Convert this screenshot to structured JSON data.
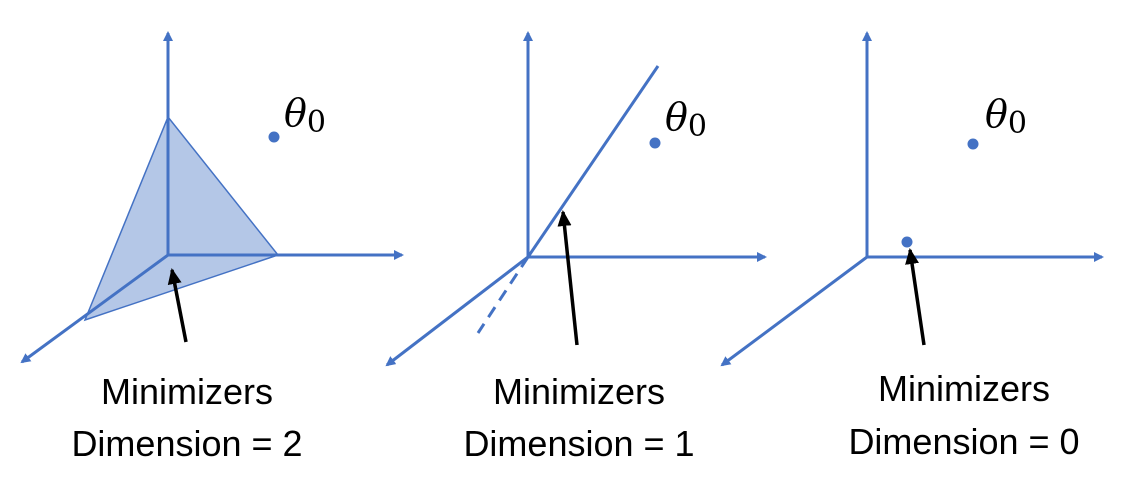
{
  "colors": {
    "axis": "#4472C4",
    "plane_fill": "#B4C7E7",
    "point": "#4472C4",
    "arrow": "#000000"
  },
  "panels": [
    {
      "theta_symbol": "θ",
      "theta_subscript": "0",
      "caption_line1": "Minimizers",
      "caption_line2": "Dimension = 2"
    },
    {
      "theta_symbol": "θ",
      "theta_subscript": "0",
      "caption_line1": "Minimizers",
      "caption_line2": "Dimension = 1"
    },
    {
      "theta_symbol": "θ",
      "theta_subscript": "0",
      "caption_line1": "Minimizers",
      "caption_line2": "Dimension = 0"
    }
  ]
}
